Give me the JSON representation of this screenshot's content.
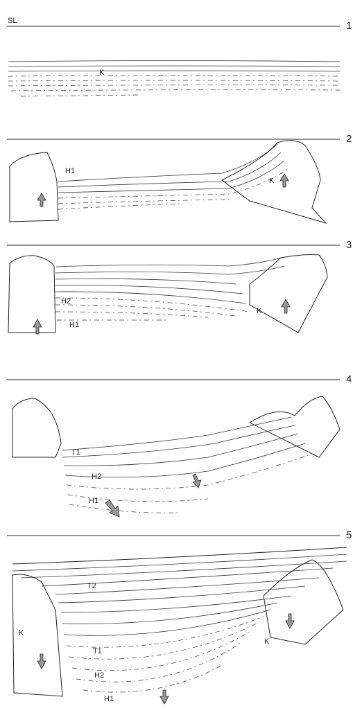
{
  "sea_level_label": "SL",
  "stages": [
    {
      "number": "1",
      "units": [
        "K"
      ]
    },
    {
      "number": "2",
      "units": [
        "H1",
        "K"
      ]
    },
    {
      "number": "3",
      "units": [
        "H2",
        "H1",
        "K"
      ]
    },
    {
      "number": "4",
      "units": [
        "T1",
        "H2",
        "H1"
      ]
    },
    {
      "number": "5",
      "units": [
        "T2",
        "K",
        "T1",
        "K",
        "H2",
        "H1"
      ]
    }
  ],
  "arrows": {
    "stage2": [
      "up",
      "up"
    ],
    "stage3": [
      "up",
      "up"
    ],
    "stage4": [
      "down",
      "down"
    ],
    "stage5": [
      "down",
      "down",
      "down"
    ]
  },
  "colors": {
    "ink": "#222222",
    "arrow_fill": "#999999",
    "background": "#ffffff"
  }
}
